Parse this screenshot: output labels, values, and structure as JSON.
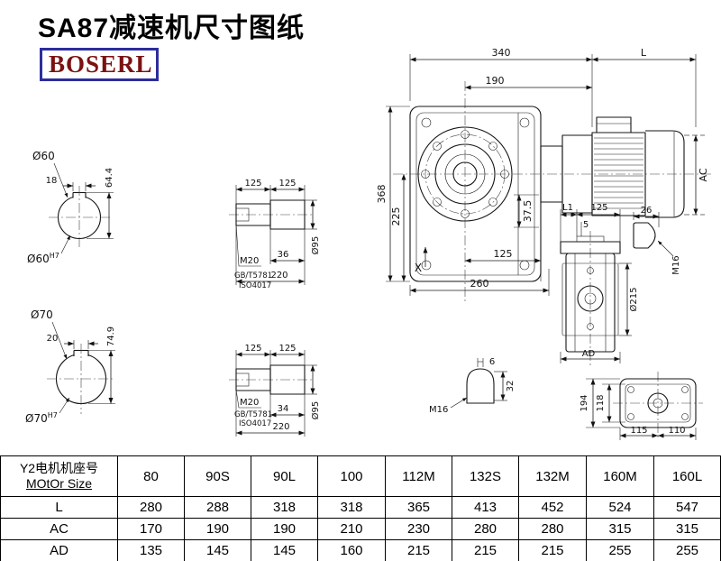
{
  "header": {
    "title": "SA87减速机尺寸图纸",
    "logo": "BOSERL"
  },
  "colors": {
    "logo_border": "#2d2d9e",
    "logo_text": "#7b1212",
    "line": "#141414"
  },
  "front": {
    "w340": "340",
    "L": "L",
    "w190": "190",
    "h368": "368",
    "h225": "225",
    "h37_5": "37.5",
    "w125": "125",
    "w260": "260",
    "x": "X",
    "ac": "AC"
  },
  "side": {
    "l1": "L1",
    "w125": "125",
    "w5": "5",
    "d215": "Ø215",
    "ad": "AD"
  },
  "stud_top": {
    "w26": "26",
    "m16": "M16"
  },
  "stud_bottom": {
    "w6": "6",
    "h32": "32",
    "m16": "M16"
  },
  "flange": {
    "h194": "194",
    "h118": "118",
    "w115": "115",
    "w110": "110"
  },
  "bore60": {
    "dia": "Ø60",
    "key_w": "18",
    "key_h": "64.4",
    "fit": "Ø60",
    "tol": "H7"
  },
  "bore70": {
    "dia": "Ø70",
    "key_w": "20",
    "key_h": "74.9",
    "fit": "Ø70",
    "tol": "H7"
  },
  "shaft1": {
    "l125a": "125",
    "l125b": "125",
    "thread": "M20",
    "std1": "GB/T5781",
    "std2": "ISO4017",
    "l36": "36",
    "l220": "220",
    "d95": "Ø95"
  },
  "shaft2": {
    "l125a": "125",
    "l125b": "125",
    "thread": "M20",
    "std1": "GB/T5781",
    "std2": "ISO4017",
    "l34": "34",
    "l220": "220",
    "d95": "Ø95"
  },
  "table": {
    "col0_line1": "Y2电机机座号",
    "col0_line2": "MOtOr Size",
    "sizes": [
      "80",
      "90S",
      "90L",
      "100",
      "112M",
      "132S",
      "132M",
      "160M",
      "160L"
    ],
    "rows": [
      {
        "label": "L",
        "values": [
          "280",
          "288",
          "318",
          "318",
          "365",
          "413",
          "452",
          "524",
          "547"
        ]
      },
      {
        "label": "AC",
        "values": [
          "170",
          "190",
          "190",
          "210",
          "230",
          "280",
          "280",
          "315",
          "315"
        ]
      },
      {
        "label": "AD",
        "values": [
          "135",
          "145",
          "145",
          "160",
          "215",
          "215",
          "215",
          "255",
          "255"
        ]
      }
    ]
  }
}
